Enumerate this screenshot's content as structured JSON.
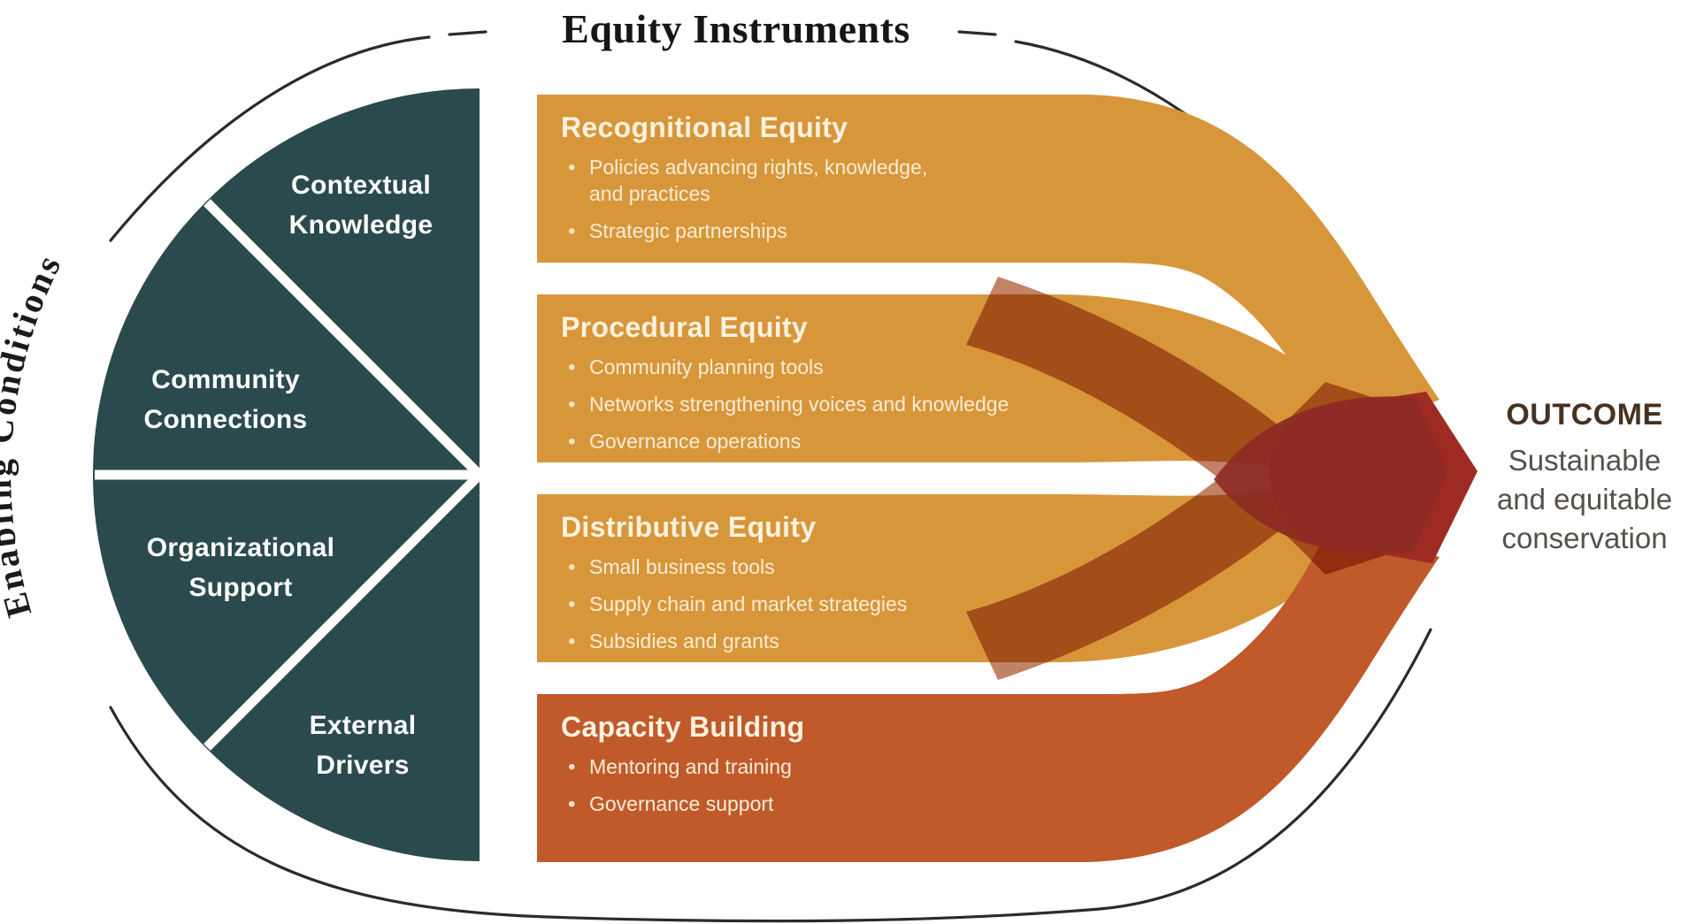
{
  "title": "Equity Instruments",
  "enabling": {
    "label": "Enabling Conditions",
    "sectors": [
      {
        "label": "Contextual\nKnowledge"
      },
      {
        "label": "Community\nConnections"
      },
      {
        "label": "Organizational\nSupport"
      },
      {
        "label": "External\nDrivers"
      }
    ]
  },
  "bands": [
    {
      "title": "Recognitional Equity",
      "bullets": [
        "Policies advancing rights, knowledge, and practices",
        "Strategic partnerships"
      ]
    },
    {
      "title": "Procedural Equity",
      "bullets": [
        "Community planning tools",
        "Networks strengthening voices and knowledge",
        "Governance operations"
      ]
    },
    {
      "title": "Distributive Equity",
      "bullets": [
        "Small business tools",
        "Supply chain and market strategies",
        "Subsidies and grants"
      ]
    },
    {
      "title": "Capacity Building",
      "bullets": [
        "Mentoring and training",
        "Governance support"
      ]
    }
  ],
  "outcome": {
    "label": "OUTCOME",
    "description": "Sustainable\nand equitable\nconservation"
  },
  "colors": {
    "teal": "#2B4A4D",
    "amber": "#D8963A",
    "rust": "#C05A2B",
    "crossing": "#A9512B",
    "lens": "#8C2A23",
    "arrow": "#9D2B24",
    "bracket_line": "#2B2B2B",
    "divider": "#FFFFFF"
  }
}
